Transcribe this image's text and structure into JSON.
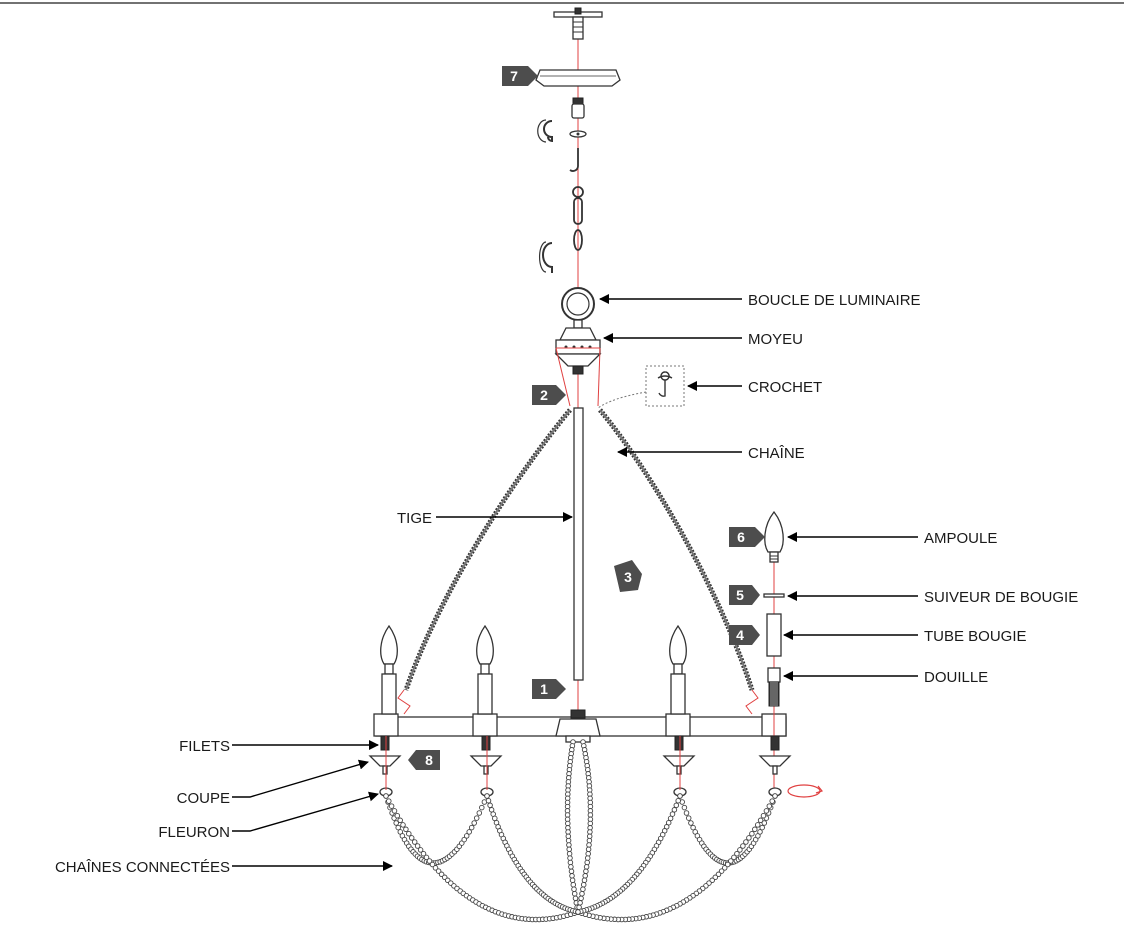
{
  "labels": {
    "loop": "BOUCLE DE LUMINAIRE",
    "hub": "MOYEU",
    "hook": "CROCHET",
    "chain": "CHAÎNE",
    "rod": "TIGE",
    "bulb": "AMPOULE",
    "candle_follower": "SUIVEUR DE BOUGIE",
    "candle_tube": "TUBE BOUGIE",
    "socket": "DOUILLE",
    "threads": "FILETS",
    "cup": "COUPE",
    "finial": "FLEURON",
    "connected_chains": "CHAÎNES CONNECTÉES"
  },
  "steps": {
    "s1": "1",
    "s2": "2",
    "s3": "3",
    "s4": "4",
    "s5": "5",
    "s6": "6",
    "s7": "7",
    "s8": "8"
  },
  "colors": {
    "step_badge": "#4d4d4d",
    "guide_line": "#e04040",
    "outline": "#333333"
  }
}
